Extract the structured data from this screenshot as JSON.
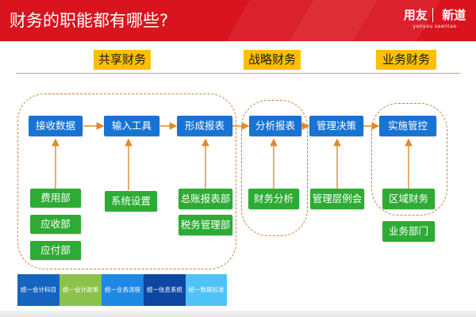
{
  "header": {
    "title": "财务的职能都有哪些?",
    "logo_main_left": "用友",
    "logo_main_right": "新道",
    "logo_sub": "yonyou   seentao"
  },
  "categories": [
    "共享财务",
    "战略财务",
    "业务财务"
  ],
  "flow": [
    "接收数据",
    "输入工具",
    "形成报表",
    "分析报表",
    "管理决策",
    "实施管控"
  ],
  "inputs": {
    "col1": [
      "费用部",
      "应收部",
      "应付部"
    ],
    "col2": [
      "系统设置"
    ],
    "col3": [
      "总账报表部",
      "税务管理部"
    ],
    "col4": [
      "财务分析"
    ],
    "col5": [
      "管理层例会"
    ],
    "col6": [
      "区域财务",
      "业务部门"
    ]
  },
  "bottom_bar": [
    "统一会计科目",
    "统一会计政策",
    "统一业务流程",
    "统一信息系统",
    "统一数据标准"
  ],
  "colors": {
    "header_red": "#d9141e",
    "category_yellow": "#ffbf00",
    "flow_blue": "#1874d2",
    "input_green": "#2eab34",
    "connector_orange": "#e08a2a",
    "bottom_colors": [
      "#1565c0",
      "#8bc34a",
      "#1e88e5",
      "#0d47a1",
      "#4fc3f7"
    ]
  }
}
